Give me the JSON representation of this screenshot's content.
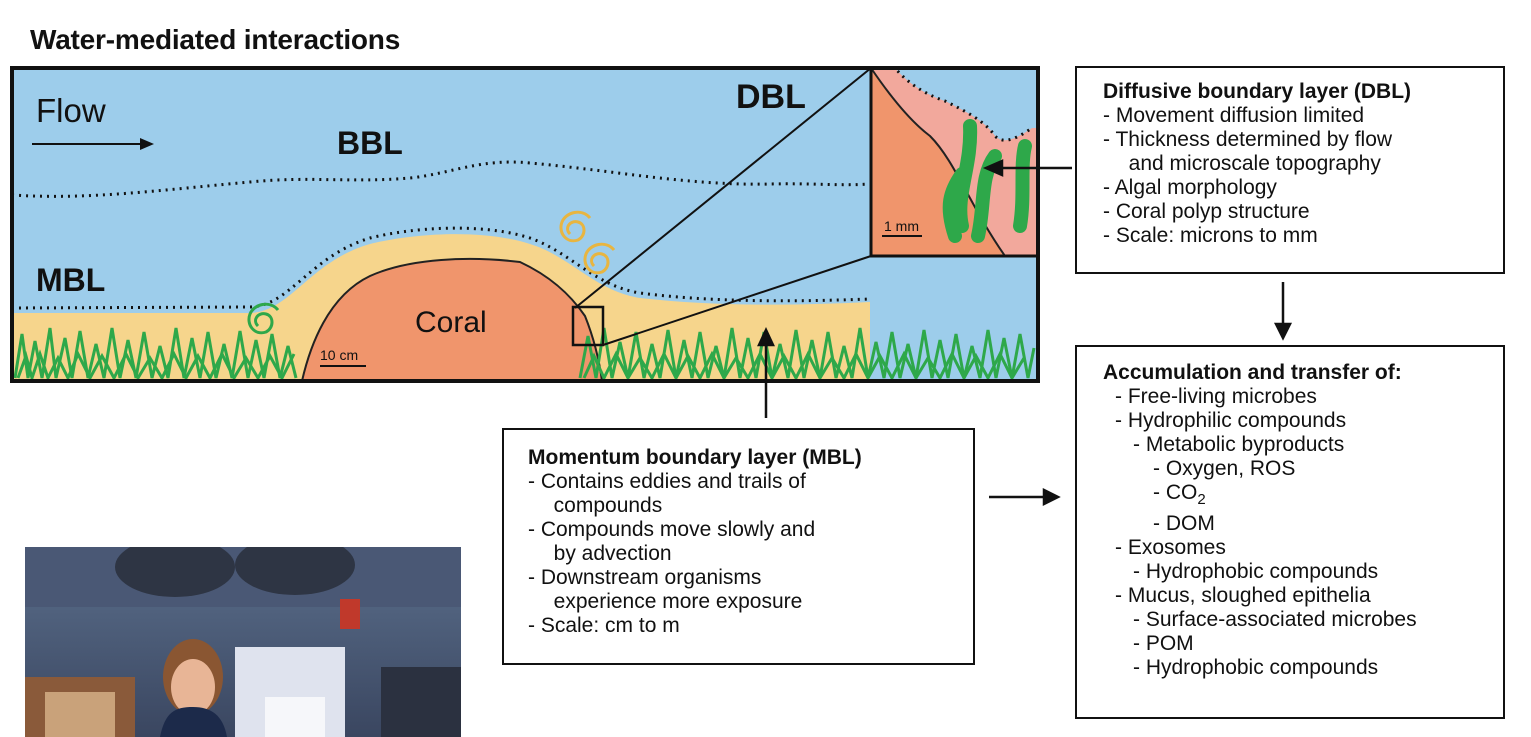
{
  "title": "Water-mediated interactions",
  "scene": {
    "flow_label": "Flow",
    "bbl_label": "BBL",
    "dbl_label": "DBL",
    "mbl_label": "MBL",
    "coral_label": "Coral",
    "scale_main": "10 cm",
    "scale_inset": "1 mm"
  },
  "dbl_box": {
    "heading": "Diffusive boundary layer (DBL)",
    "lines": [
      "- Movement diffusion limited",
      "- Thickness determined by flow",
      "  and microscale topography",
      "- Algal morphology",
      "- Coral polyp structure",
      "- Scale: microns to mm"
    ]
  },
  "mbl_box": {
    "heading": "Momentum boundary layer (MBL)",
    "lines": [
      "- Contains eddies and trails of",
      "  compounds",
      "- Compounds move slowly and",
      "  by advection",
      "- Downstream organisms",
      "  experience more exposure",
      "- Scale: cm to m"
    ]
  },
  "acc_box": {
    "heading": "Accumulation and transfer of:",
    "items": [
      {
        "text": "- Free-living microbes",
        "level": 1
      },
      {
        "text": "- Hydrophilic compounds",
        "level": 1
      },
      {
        "text": "- Metabolic byproducts",
        "level": 2
      },
      {
        "text": "- Oxygen, ROS",
        "level": 3
      },
      {
        "text": "- CO",
        "sub": "2",
        "level": 3
      },
      {
        "text": "- DOM",
        "level": 3
      },
      {
        "text": "- Exosomes",
        "level": 1
      },
      {
        "text": "- Hydrophobic compounds",
        "level": 2
      },
      {
        "text": "- Mucus, sloughed epithelia",
        "level": 1
      },
      {
        "text": "- Surface-associated microbes",
        "level": 2
      },
      {
        "text": "- POM",
        "level": 2
      },
      {
        "text": "- Hydrophobic compounds",
        "level": 2
      }
    ]
  },
  "colors": {
    "water": "#9dcdeb",
    "sand": "#f6d58c",
    "coral": "#f0956c",
    "coral_inset": "#f2a89c",
    "algae": "#2ea84a",
    "eddy": "#e8b540"
  }
}
